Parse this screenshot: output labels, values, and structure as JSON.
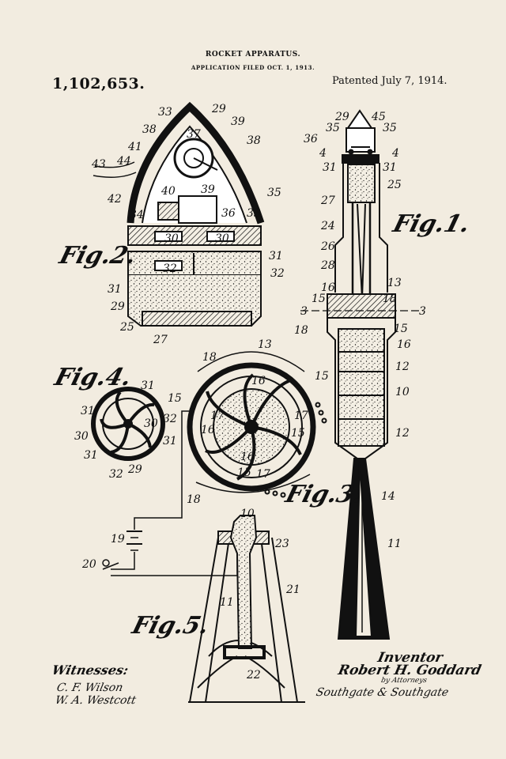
{
  "header": {
    "title": "ROCKET APPARATUS.",
    "subtitle": "APPLICATION FILED OCT. 1, 1913.",
    "patent_number": "1,102,653.",
    "patented": "Patented July 7, 1914."
  },
  "figures": {
    "fig1": "Fig.1.",
    "fig2": "Fig.2.",
    "fig3": "Fig.3.",
    "fig4": "Fig.4.",
    "fig5": "Fig.5."
  },
  "callouts": {
    "fig1": [
      "29",
      "45",
      "35",
      "35",
      "36",
      "4",
      "4",
      "31",
      "31",
      "25",
      "27",
      "24",
      "26",
      "28",
      "16",
      "15",
      "13",
      "18",
      "3",
      "3",
      "18",
      "15",
      "16",
      "12",
      "10",
      "12",
      "14",
      "11"
    ],
    "fig2": [
      "33",
      "29",
      "38",
      "39",
      "37",
      "38",
      "41",
      "43",
      "44",
      "40",
      "39",
      "42",
      "35",
      "34",
      "36",
      "33",
      "30",
      "30",
      "31",
      "32",
      "32",
      "31",
      "29",
      "25",
      "27"
    ],
    "fig3": [
      "18",
      "13",
      "15",
      "16",
      "15",
      "17",
      "17",
      "16",
      "15",
      "16",
      "15",
      "17"
    ],
    "fig4": [
      "31",
      "31",
      "30",
      "32",
      "30",
      "31",
      "31",
      "32",
      "29"
    ],
    "circuit": [
      "18",
      "19",
      "20"
    ],
    "fig5": [
      "10",
      "23",
      "21",
      "11",
      "22"
    ]
  },
  "footer": {
    "witnesses_label": "Witnesses:",
    "witness_1": "C. F. Wilson",
    "witness_2": "W. A. Westcott",
    "inventor_label": "Inventor",
    "inventor_name": "Robert H. Goddard",
    "by_attorneys": "by Attorneys",
    "attorneys": "Southgate & Southgate"
  },
  "colors": {
    "paper": "#f2ece0",
    "ink": "#111111"
  }
}
